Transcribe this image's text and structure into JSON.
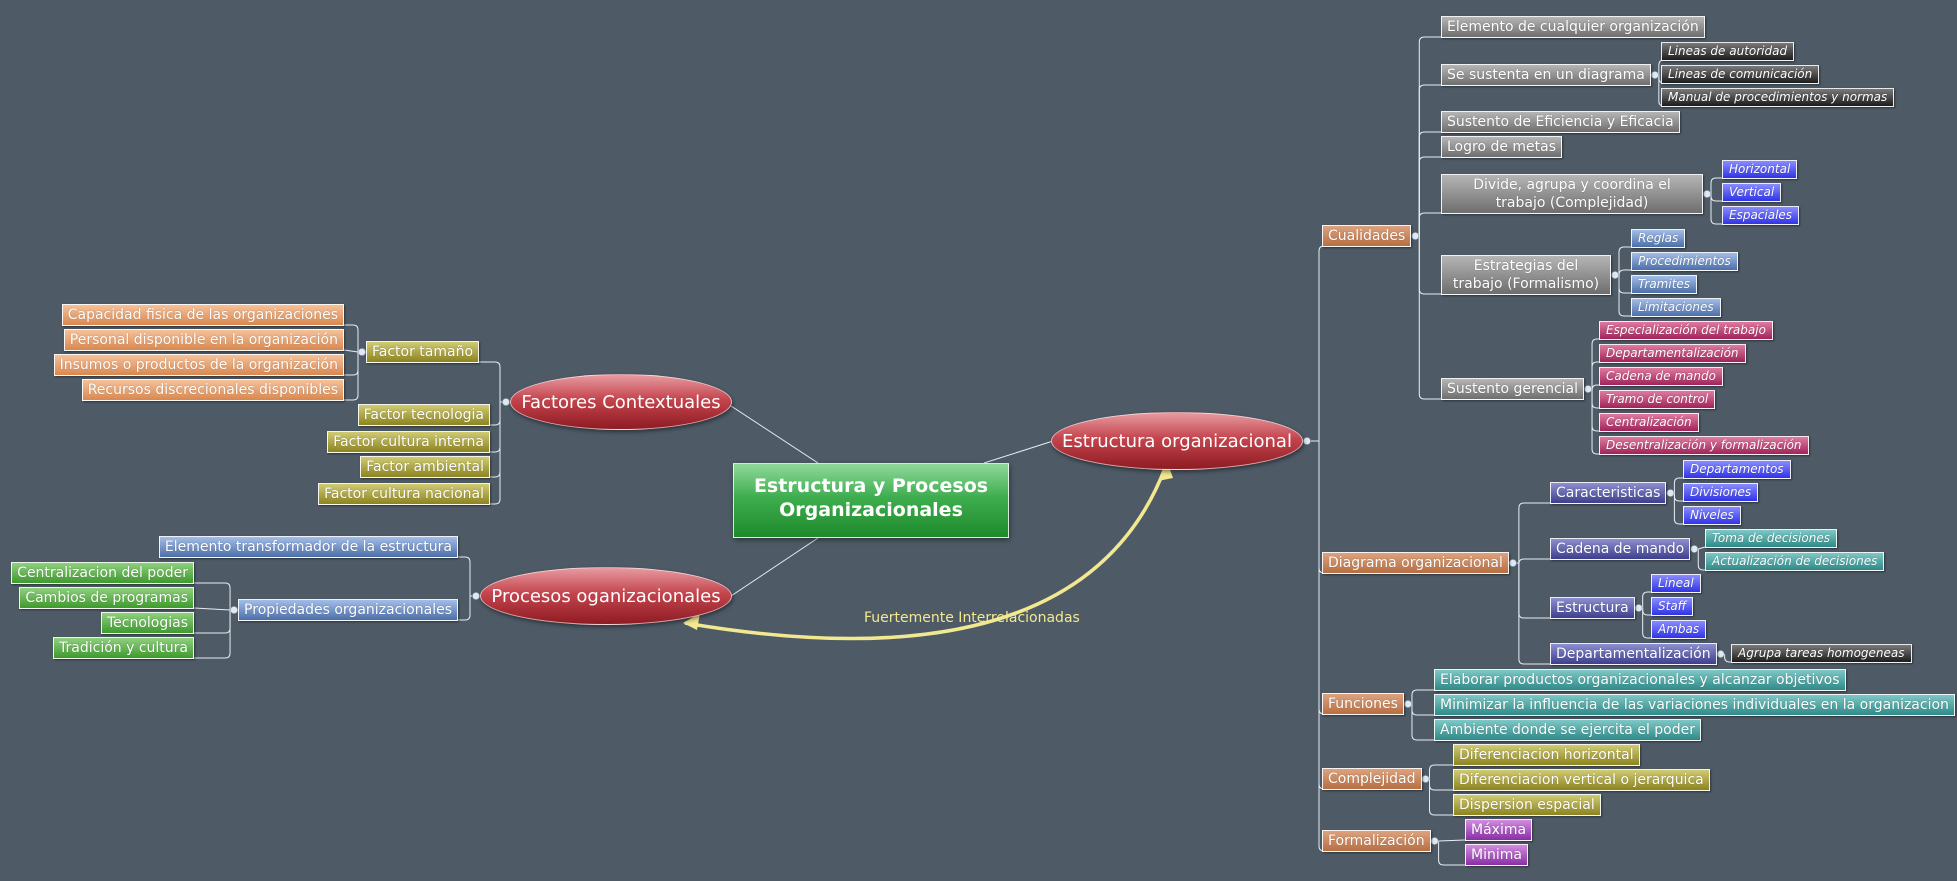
{
  "center": {
    "title": "Estructura y Procesos Organizacionales"
  },
  "relationship": {
    "label": "Fuertemente Interrelacionadas"
  },
  "branches": {
    "estructura": {
      "label": "Estructura organizacional"
    },
    "factores": {
      "label": "Factores Contextuales"
    },
    "procesos": {
      "label": "Procesos oganizacionales"
    }
  },
  "cualidades": {
    "label": "Cualidades",
    "items": [
      "Elemento de cualquier organización",
      "Se sustenta en un diagrama",
      "Sustento de Eficiencia y Eficacia",
      "Logro de metas",
      "Divide, agrupa y coordina el trabajo (Complejidad)",
      "Estrategias del trabajo (Formalismo)",
      "Sustento gerencial"
    ],
    "diagrama_sub": [
      "Lineas de autoridad",
      "Lineas de comunicación",
      "Manual de procedimientos y normas"
    ],
    "divide_sub": [
      "Horizontal",
      "Vertical",
      "Espaciales"
    ],
    "estrategias_sub": [
      "Reglas",
      "Procedimientos",
      "Tramites",
      "Limitaciones"
    ],
    "gerencial_sub": [
      "Especialización del trabajo",
      "Departamentalización",
      "Cadena de mando",
      "Tramo de control",
      "Centralización",
      "Desentralización y formalización"
    ]
  },
  "diagrama": {
    "label": "Diagrama organizacional",
    "items": [
      "Caracteristicas",
      "Cadena de mando",
      "Estructura",
      "Departamentalización"
    ],
    "caracteristicas_sub": [
      "Departamentos",
      "Divisiones",
      "Niveles"
    ],
    "cadena_sub": [
      "Toma de decisiones",
      "Actualización de decisiones"
    ],
    "estructura_sub": [
      "Lineal",
      "Staff",
      "Ambas"
    ],
    "depto_sub": [
      "Agrupa tareas homogeneas"
    ]
  },
  "funciones": {
    "label": "Funciones",
    "items": [
      "Elaborar productos organizacionales y alcanzar objetivos",
      "Minimizar la influencia de las variaciones individuales en la organizacion",
      "Ambiente donde se ejercita el poder"
    ]
  },
  "complejidad": {
    "label": "Complejidad",
    "items": [
      "Diferenciacion horizontal",
      "Diferenciacion vertical o jerarquica",
      "Dispersion espacial"
    ]
  },
  "formalizacion": {
    "label": "Formalización",
    "items": [
      "Máxima",
      "Minima"
    ]
  },
  "factores": {
    "items": [
      "Factor tamaño",
      "Factor tecnologia",
      "Factor cultura interna",
      "Factor ambiental",
      "Factor cultura nacional"
    ],
    "tamano_sub": [
      "Capacidad fisica de las organizaciones",
      "Personal disponible en la organización",
      "Insumos o productos de la organización",
      "Recursos discrecionales disponibles"
    ]
  },
  "procesos": {
    "items": [
      "Elemento transformador de la estructura",
      "Propiedades organizacionales"
    ],
    "propiedades_sub": [
      "Centralizacion del poder",
      "Cambios de programas",
      "Tecnologias",
      "Tradición y cultura"
    ]
  },
  "colors": {
    "background": "#4e5b67",
    "relationship_arrow": "#f2e890",
    "main_branch": "#b0282f",
    "center": "#2e9c3e"
  }
}
